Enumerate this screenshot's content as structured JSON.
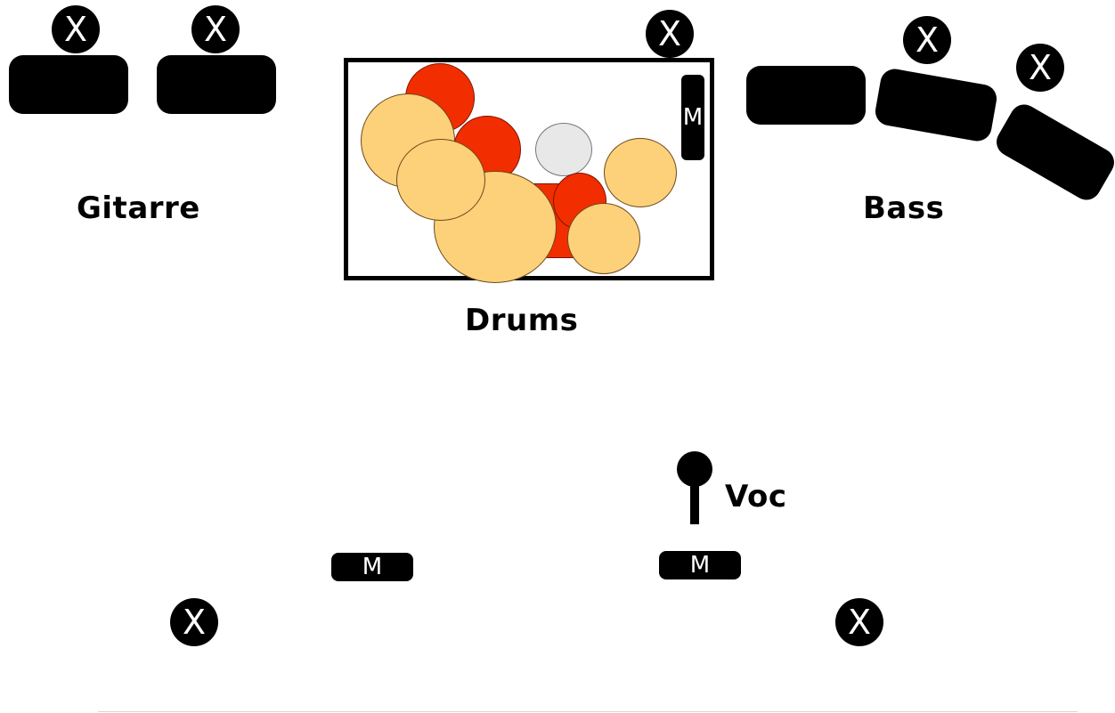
{
  "labels": {
    "guitar": "Gitarre",
    "drums": "Drums",
    "bass": "Bass",
    "vocals": "Voc"
  },
  "symbols": {
    "power_outlet": "X",
    "monitor": "M"
  },
  "colors": {
    "background": "#ffffff",
    "tom": "#f22d00",
    "cymbal": "#fdd07a",
    "snare": "#e8e8e8",
    "equipment": "#000000"
  }
}
